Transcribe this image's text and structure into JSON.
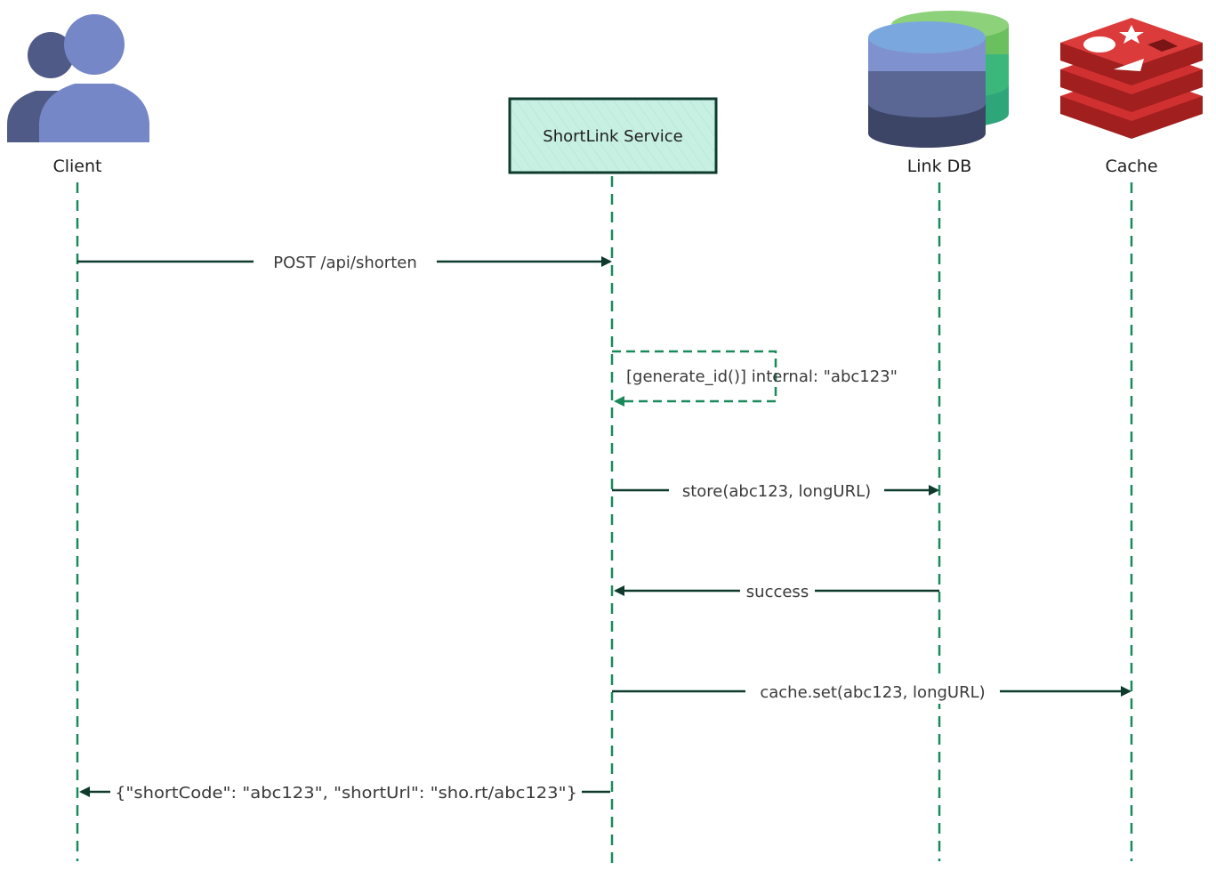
{
  "participants": {
    "client": {
      "label": "Client",
      "icon": "users-icon"
    },
    "service": {
      "label": "ShortLink Service"
    },
    "db": {
      "label": "Link DB",
      "icon": "database-icon"
    },
    "cache": {
      "label": "Cache",
      "icon": "redis-icon"
    }
  },
  "messages": {
    "post": {
      "label": "POST /api/shorten"
    },
    "generate": {
      "label": "[generate_id()] internal: \"abc123\""
    },
    "store": {
      "label": "store(abc123, longURL)"
    },
    "success": {
      "label": "success"
    },
    "cache_set": {
      "label": "cache.set(abc123, longURL)"
    },
    "response": {
      "label": "{\"shortCode\": \"abc123\", \"shortUrl\": \"sho.rt/abc123\"}"
    }
  },
  "colors": {
    "lifeline": "#1a8a5a",
    "arrow": "#0e3b2e",
    "service_box_fill": "#c8f0e2",
    "service_box_stroke": "#0e3b2e",
    "client_icon_front": "#7687c8",
    "client_icon_back": "#4f5a86",
    "db_stack": "#5a6795",
    "db_green": "#4caf6a",
    "cache_red": "#d13030"
  }
}
